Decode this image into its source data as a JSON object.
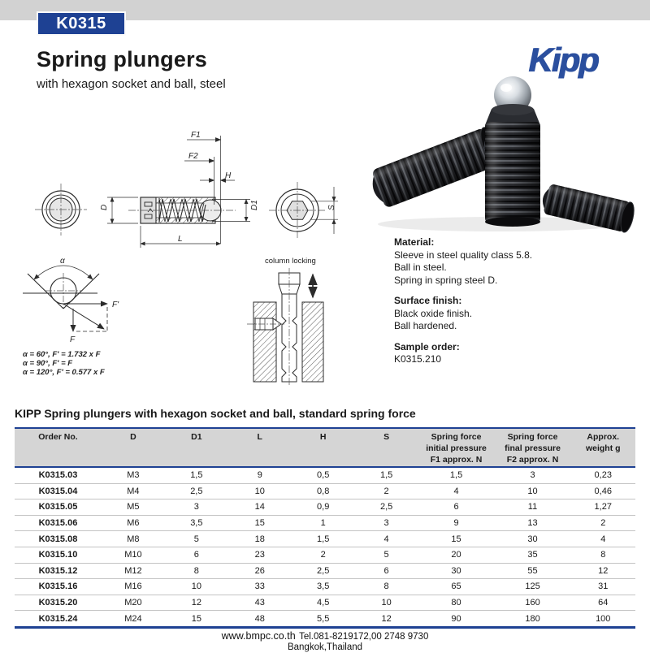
{
  "page": {
    "product_code": "K0315",
    "title": "Spring plungers",
    "subtitle": "with hexagon socket and ball, steel",
    "brand": "Kipp"
  },
  "colors": {
    "accent_blue": "#1e4193",
    "logo_blue": "#2b4f9e",
    "table_header_gray": "#d5d5d5",
    "top_bar_gray": "#d2d2d2"
  },
  "drawing": {
    "labels": {
      "f1": "F1",
      "f2": "F2",
      "h": "H",
      "d": "D",
      "d1": "D1",
      "l": "L",
      "s": "S",
      "alpha": "α",
      "f_prime": "F'",
      "f": "F"
    },
    "column_locking_label": "column locking",
    "formulas": [
      "α = 60°, F' = 1.732 x F",
      "α = 90°, F' = F",
      "α = 120°, F' = 0.577 x F"
    ]
  },
  "info": {
    "material_heading": "Material:",
    "material_lines": [
      "Sleeve in steel quality class 5.8.",
      "Ball in steel.",
      "Spring in spring steel D."
    ],
    "surface_heading": "Surface finish:",
    "surface_lines": [
      "Black oxide finish.",
      "Ball hardened."
    ],
    "sample_heading": "Sample order:",
    "sample_value": "K0315.210"
  },
  "table": {
    "heading": "KIPP Spring plungers with hexagon socket and ball, standard spring force",
    "columns": [
      {
        "lines": [
          "Order No."
        ]
      },
      {
        "lines": [
          "D"
        ]
      },
      {
        "lines": [
          "D1"
        ]
      },
      {
        "lines": [
          "L"
        ]
      },
      {
        "lines": [
          "H"
        ]
      },
      {
        "lines": [
          "S"
        ]
      },
      {
        "lines": [
          "Spring force",
          "initial pressure",
          "F1 approx. N"
        ]
      },
      {
        "lines": [
          "Spring force",
          "final pressure",
          "F2 approx. N"
        ]
      },
      {
        "lines": [
          "Approx.",
          "weight g"
        ]
      }
    ],
    "rows": [
      [
        "K0315.03",
        "M3",
        "1,5",
        "9",
        "0,5",
        "1,5",
        "1,5",
        "3",
        "0,23"
      ],
      [
        "K0315.04",
        "M4",
        "2,5",
        "10",
        "0,8",
        "2",
        "4",
        "10",
        "0,46"
      ],
      [
        "K0315.05",
        "M5",
        "3",
        "14",
        "0,9",
        "2,5",
        "6",
        "11",
        "1,27"
      ],
      [
        "K0315.06",
        "M6",
        "3,5",
        "15",
        "1",
        "3",
        "9",
        "13",
        "2"
      ],
      [
        "K0315.08",
        "M8",
        "5",
        "18",
        "1,5",
        "4",
        "15",
        "30",
        "4"
      ],
      [
        "K0315.10",
        "M10",
        "6",
        "23",
        "2",
        "5",
        "20",
        "35",
        "8"
      ],
      [
        "K0315.12",
        "M12",
        "8",
        "26",
        "2,5",
        "6",
        "30",
        "55",
        "12"
      ],
      [
        "K0315.16",
        "M16",
        "10",
        "33",
        "3,5",
        "8",
        "65",
        "125",
        "31"
      ],
      [
        "K0315.20",
        "M20",
        "12",
        "43",
        "4,5",
        "10",
        "80",
        "160",
        "64"
      ],
      [
        "K0315.24",
        "M24",
        "15",
        "48",
        "5,5",
        "12",
        "90",
        "180",
        "100"
      ]
    ]
  },
  "footer": {
    "site": "www.bmpc.co.th",
    "tel": "Tel.081-8219172,00 2748 9730",
    "city": "Bangkok,Thailand"
  }
}
